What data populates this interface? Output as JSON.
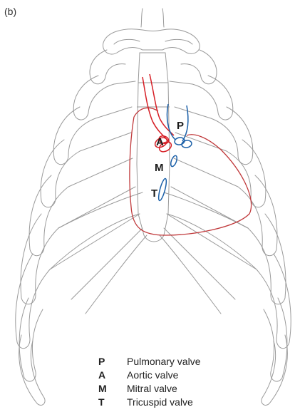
{
  "figure": {
    "label": "(b)",
    "valve_labels": {
      "P": "P",
      "A": "A",
      "M": "M",
      "T": "T"
    }
  },
  "legend": [
    {
      "key": "P",
      "text": "Pulmonary valve"
    },
    {
      "key": "A",
      "text": "Aortic valve"
    },
    {
      "key": "M",
      "text": "Mitral valve"
    },
    {
      "key": "T",
      "text": "Tricuspid valve"
    }
  ],
  "colors": {
    "rib": "#9a9a9a",
    "heart_outline": "#c0393b",
    "aorta": "#d61f26",
    "pulmonary": "#1a5fa8",
    "text": "#1a1a1a"
  }
}
